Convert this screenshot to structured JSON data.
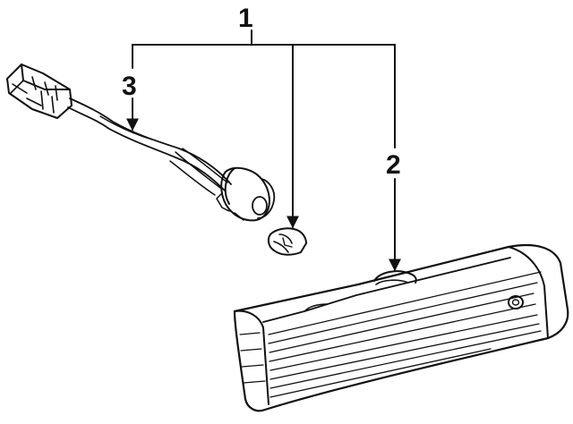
{
  "callouts": [
    {
      "id": "1",
      "text": "1"
    },
    {
      "id": "2",
      "text": "2"
    },
    {
      "id": "3",
      "text": "3"
    }
  ],
  "parts": [
    "wiring-harness-with-socket",
    "bulb",
    "lens-housing"
  ],
  "colors": {
    "line": "#111111",
    "background": "#ffffff"
  }
}
